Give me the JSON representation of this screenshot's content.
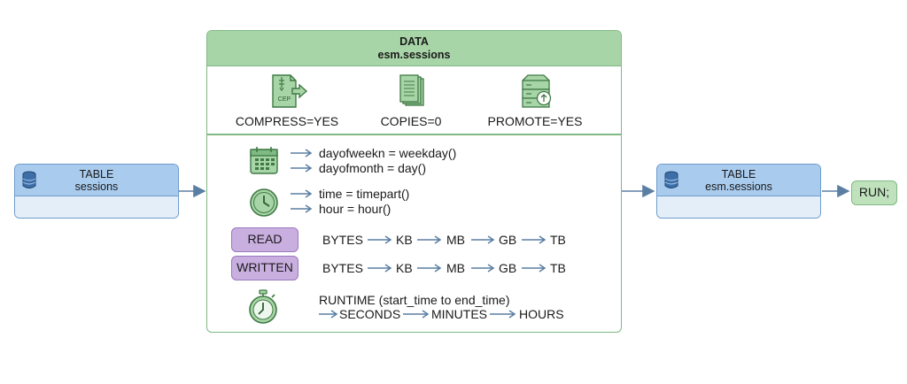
{
  "source_table": {
    "kind": "TABLE",
    "name": "sessions"
  },
  "target_table": {
    "kind": "TABLE",
    "name": "esm.sessions"
  },
  "data_panel": {
    "header": "DATA",
    "dataset": "esm.sessions",
    "options": [
      {
        "label": "COMPRESS=YES",
        "icon": "compress-file-icon",
        "icon_text": "CEP"
      },
      {
        "label": "COPIES=0",
        "icon": "copies-icon"
      },
      {
        "label": "PROMOTE=YES",
        "icon": "server-promote-icon"
      }
    ],
    "calendar_fields": [
      "dayofweekn = weekday()",
      "dayofmonth = day()"
    ],
    "clock_fields": [
      "time = timepart()",
      "hour = hour()"
    ],
    "read_badge": "READ",
    "written_badge": "WRITTEN",
    "size_units": [
      "BYTES",
      "KB",
      "MB",
      "GB",
      "TB"
    ],
    "runtime_label": "RUNTIME (start_time to end_time)",
    "time_units": [
      "SECONDS",
      "MINUTES",
      "HOURS"
    ]
  },
  "run_button": "RUN;",
  "colors": {
    "table_header": "#a9cbee",
    "table_border": "#6f9ccb",
    "panel_header": "#a8d5a7",
    "panel_border": "#7fb984",
    "icon_green": "#a8d5a7",
    "badge_purple": "#c9aee0",
    "arrow": "#5b7fa3"
  }
}
